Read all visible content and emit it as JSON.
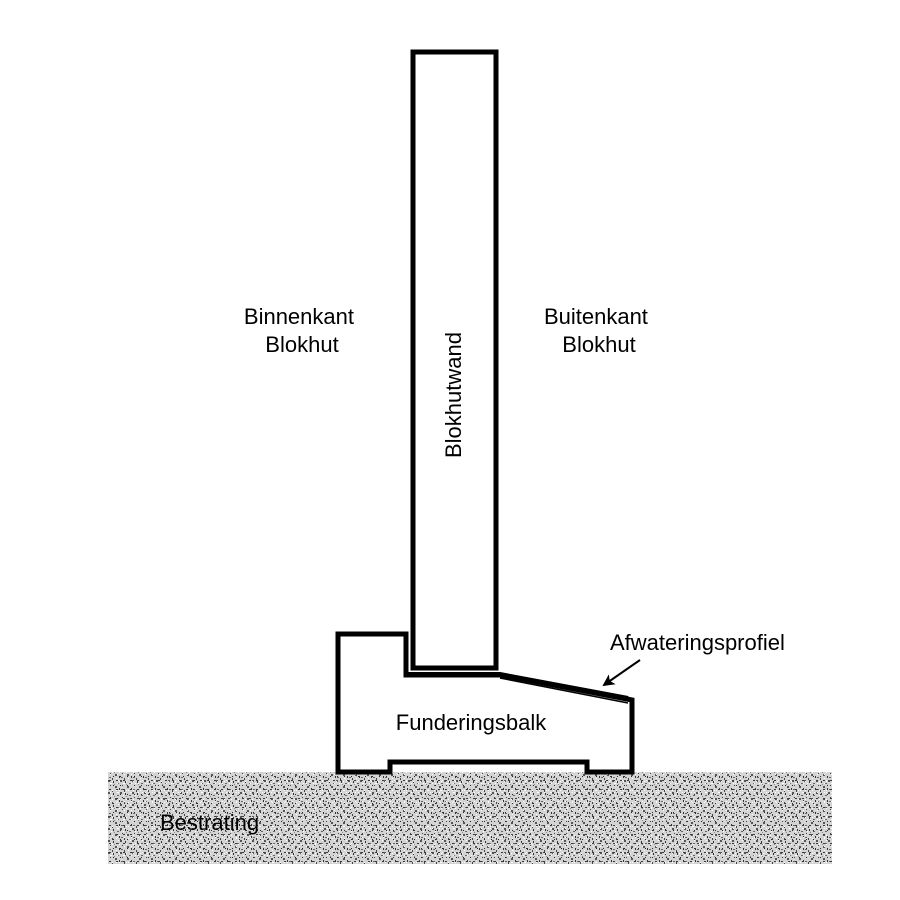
{
  "labels": {
    "inside": [
      "Binnenkant",
      "Blokhut"
    ],
    "outside": [
      "Buitenkant",
      "Blokhut"
    ],
    "wall": "Blokhutwand",
    "drainage_profile": "Afwateringsprofiel",
    "foundation_beam": "Funderingsbalk",
    "paving": "Bestrating"
  },
  "colors": {
    "line": "#000000",
    "background": "#ffffff",
    "paving_base": "#d6d6d6",
    "paving_speckle": "#4a4a4a"
  }
}
